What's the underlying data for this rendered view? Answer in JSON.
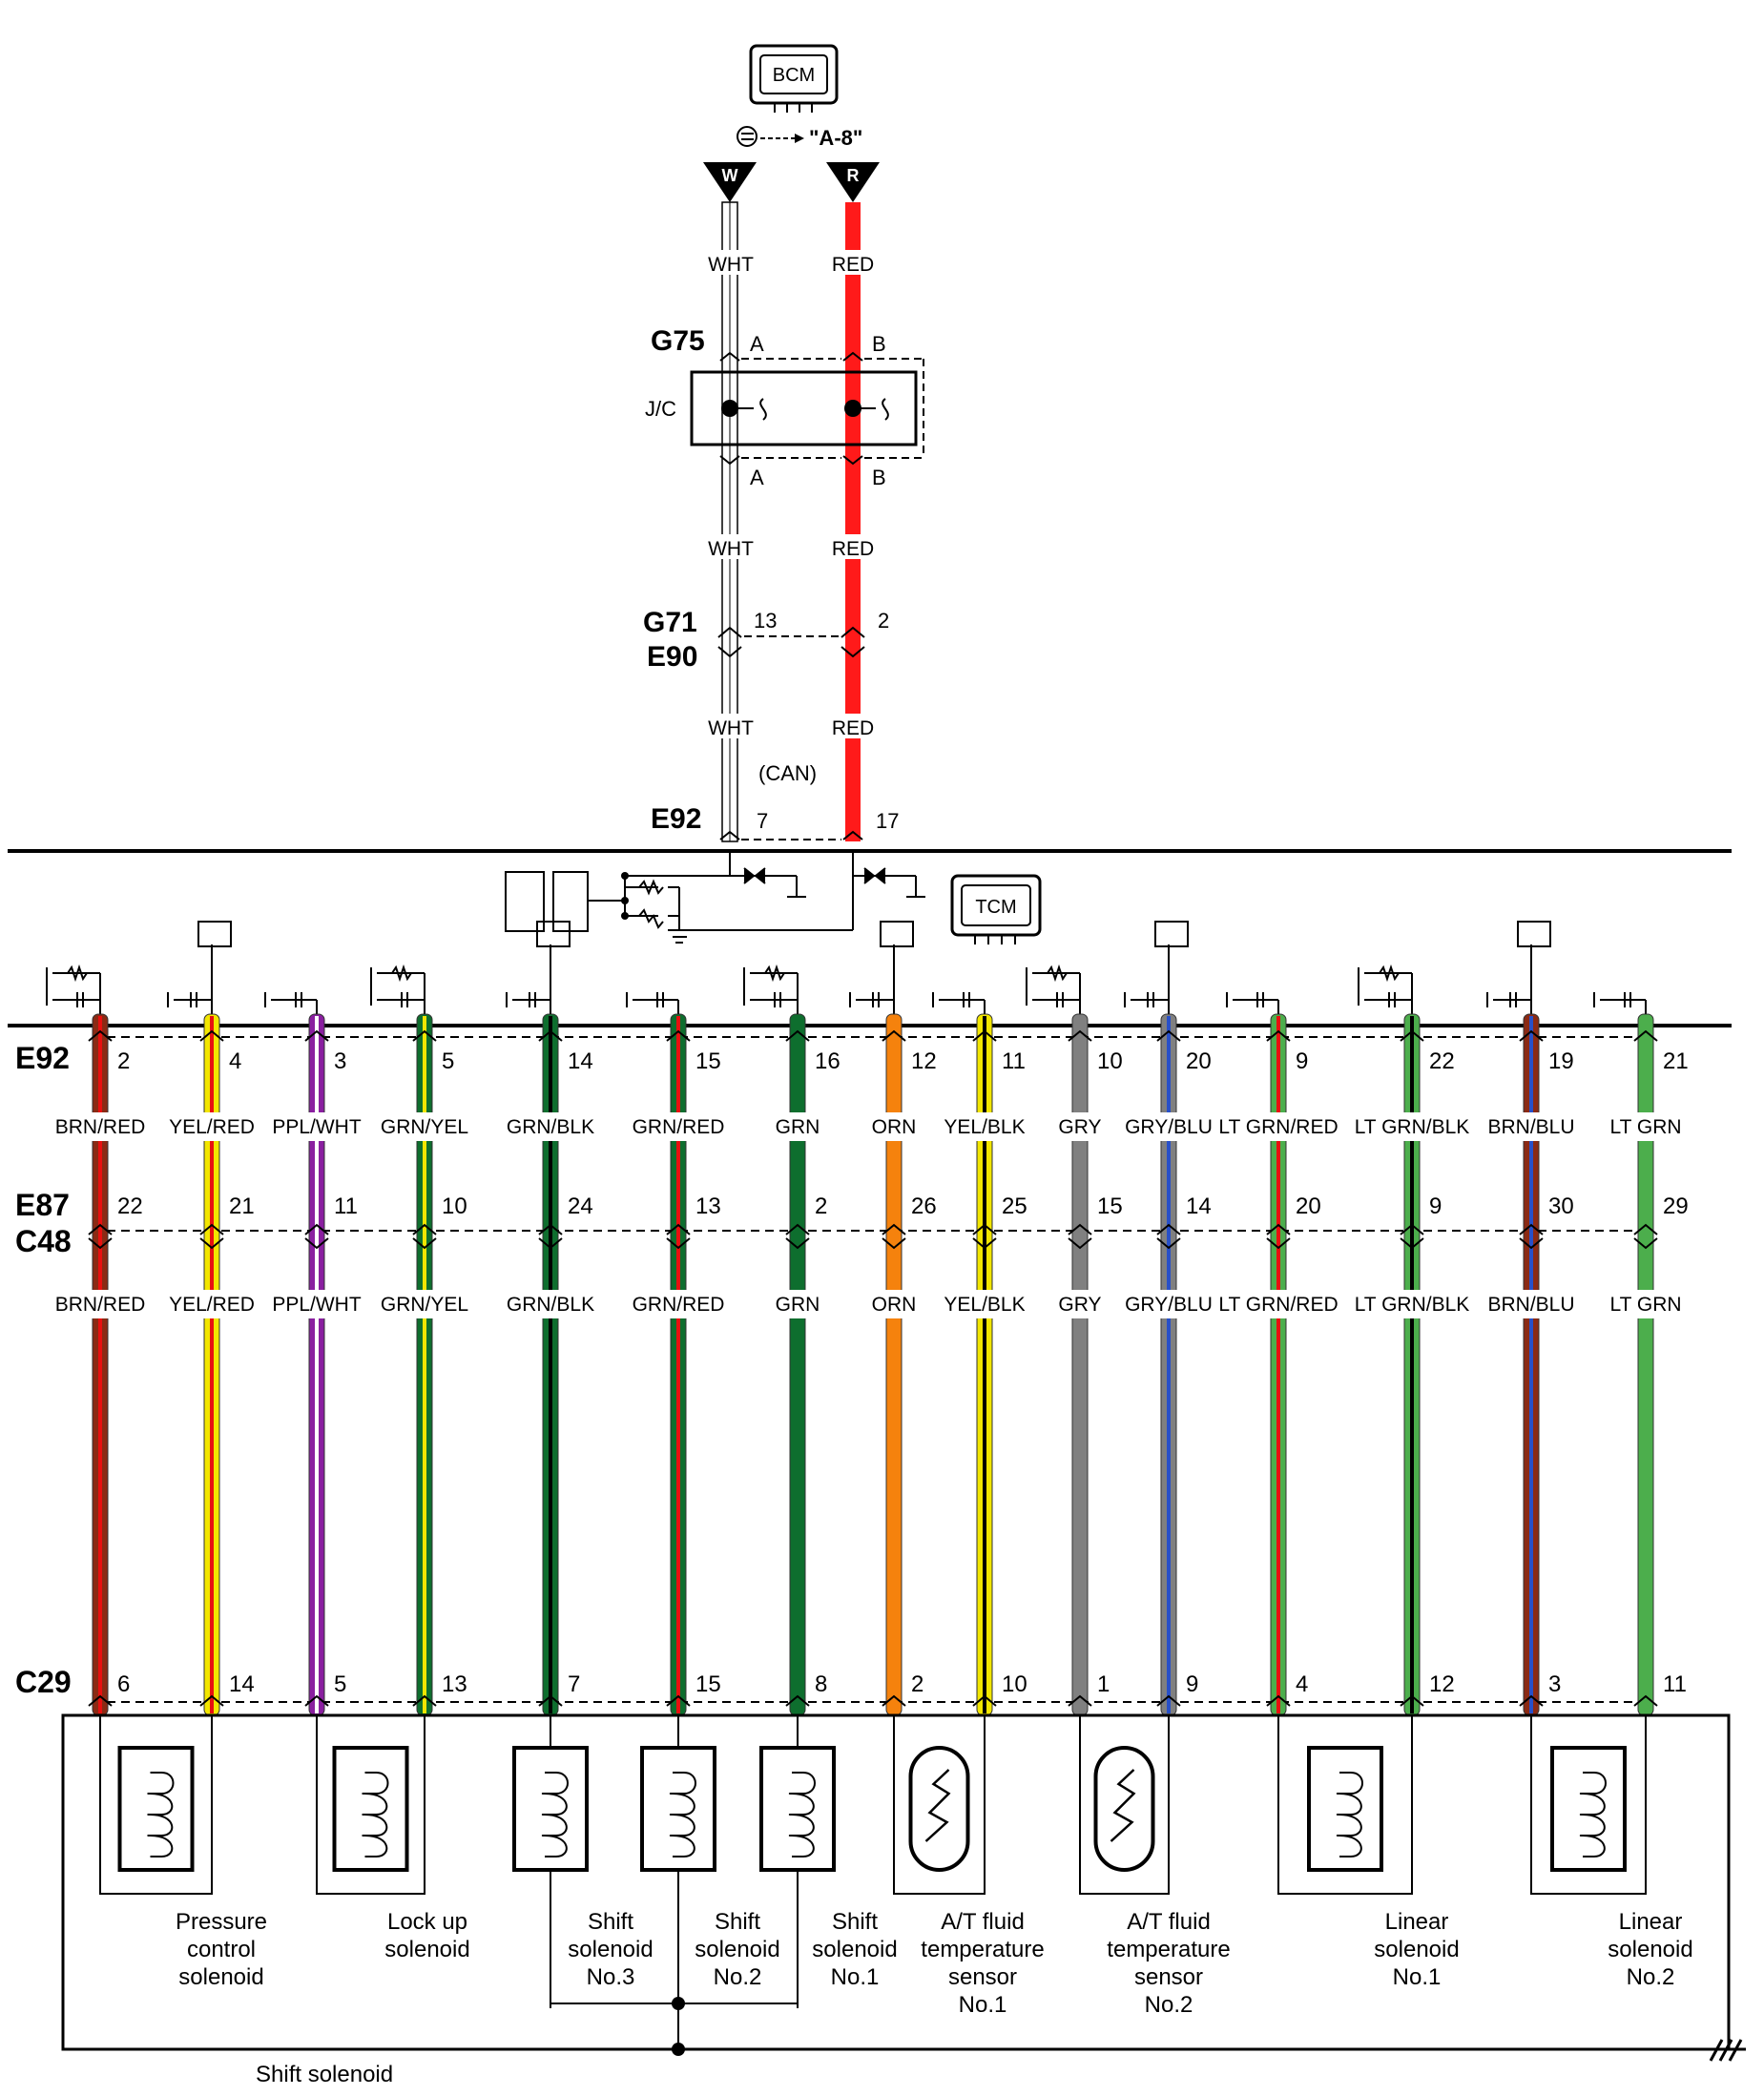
{
  "modules": {
    "bcm": "BCM",
    "tcm": "TCM",
    "jc": "J/C"
  },
  "reference": "\"A-8\"",
  "top_wires": [
    {
      "tri": "W",
      "color_label": "WHT",
      "hex": "#ffffff",
      "pin_g75": "A",
      "pin_g71": "13",
      "pin_e92": "7"
    },
    {
      "tri": "R",
      "color_label": "RED",
      "hex": "#ff1a1a",
      "pin_g75": "B",
      "pin_g71": "2",
      "pin_e92": "17"
    }
  ],
  "connectors": {
    "g75": "G75",
    "g71": "G71",
    "e90": "E90",
    "e92_top": "E92",
    "e92": "E92",
    "e87": "E87",
    "c48": "C48",
    "c29": "C29"
  },
  "can_label": "(CAN)",
  "wires": [
    {
      "label": "BRN/RED",
      "main": "#8b2a14",
      "stripe": "#e81010",
      "pin_e92": "2",
      "pin_e87": "22",
      "pin_c29": "6"
    },
    {
      "label": "YEL/RED",
      "main": "#f2e600",
      "stripe": "#e81010",
      "pin_e92": "4",
      "pin_e87": "21",
      "pin_c29": "14"
    },
    {
      "label": "PPL/WHT",
      "main": "#8a1fa0",
      "stripe": "#ffffff",
      "pin_e92": "3",
      "pin_e87": "11",
      "pin_c29": "5"
    },
    {
      "label": "GRN/YEL",
      "main": "#0e6e2e",
      "stripe": "#f2e600",
      "pin_e92": "5",
      "pin_e87": "10",
      "pin_c29": "13"
    },
    {
      "label": "GRN/BLK",
      "main": "#0e6e2e",
      "stripe": "#000000",
      "pin_e92": "14",
      "pin_e87": "24",
      "pin_c29": "7"
    },
    {
      "label": "GRN/RED",
      "main": "#0e6e2e",
      "stripe": "#e81010",
      "pin_e92": "15",
      "pin_e87": "13",
      "pin_c29": "15"
    },
    {
      "label": "GRN",
      "main": "#0e6e2e",
      "stripe": "",
      "pin_e92": "16",
      "pin_e87": "2",
      "pin_c29": "8"
    },
    {
      "label": "ORN",
      "main": "#f5820d",
      "stripe": "",
      "pin_e92": "12",
      "pin_e87": "26",
      "pin_c29": "2"
    },
    {
      "label": "YEL/BLK",
      "main": "#f2e600",
      "stripe": "#000000",
      "pin_e92": "11",
      "pin_e87": "25",
      "pin_c29": "10"
    },
    {
      "label": "GRY",
      "main": "#808080",
      "stripe": "",
      "pin_e92": "10",
      "pin_e87": "15",
      "pin_c29": "1"
    },
    {
      "label": "GRY/BLU",
      "main": "#808080",
      "stripe": "#2850c8",
      "pin_e92": "20",
      "pin_e87": "14",
      "pin_c29": "9"
    },
    {
      "label": "LT GRN/RED",
      "main": "#4cae4c",
      "stripe": "#e81010",
      "pin_e92": "9",
      "pin_e87": "20",
      "pin_c29": "4"
    },
    {
      "label": "LT GRN/BLK",
      "main": "#4cae4c",
      "stripe": "#000000",
      "pin_e92": "22",
      "pin_e87": "9",
      "pin_c29": "12"
    },
    {
      "label": "BRN/BLU",
      "main": "#8b2a14",
      "stripe": "#2850c8",
      "pin_e92": "19",
      "pin_e87": "30",
      "pin_c29": "3"
    },
    {
      "label": "LT GRN",
      "main": "#4cae4c",
      "stripe": "",
      "pin_e92": "21",
      "pin_e87": "29",
      "pin_c29": "11"
    }
  ],
  "components": [
    {
      "id": "pressure-control",
      "type": "coil",
      "lines": [
        "Pressure",
        "control",
        "solenoid"
      ]
    },
    {
      "id": "lock-up",
      "type": "coil",
      "lines": [
        "Lock up",
        "solenoid"
      ]
    },
    {
      "id": "shift-3",
      "type": "coil",
      "lines": [
        "Shift",
        "solenoid",
        "No.3"
      ]
    },
    {
      "id": "shift-2",
      "type": "coil",
      "lines": [
        "Shift",
        "solenoid",
        "No.2"
      ]
    },
    {
      "id": "shift-1",
      "type": "coil",
      "lines": [
        "Shift",
        "solenoid",
        "No.1"
      ]
    },
    {
      "id": "fluid-temp-1",
      "type": "sensor",
      "lines": [
        "A/T fluid",
        "temperature",
        "sensor",
        "No.1"
      ]
    },
    {
      "id": "fluid-temp-2",
      "type": "sensor",
      "lines": [
        "A/T fluid",
        "temperature",
        "sensor",
        "No.2"
      ]
    },
    {
      "id": "linear-1",
      "type": "coil",
      "lines": [
        "Linear",
        "solenoid",
        "No.1"
      ]
    },
    {
      "id": "linear-2",
      "type": "coil",
      "lines": [
        "Linear",
        "solenoid",
        "No.2"
      ]
    }
  ],
  "footer_label": "Shift solenoid"
}
